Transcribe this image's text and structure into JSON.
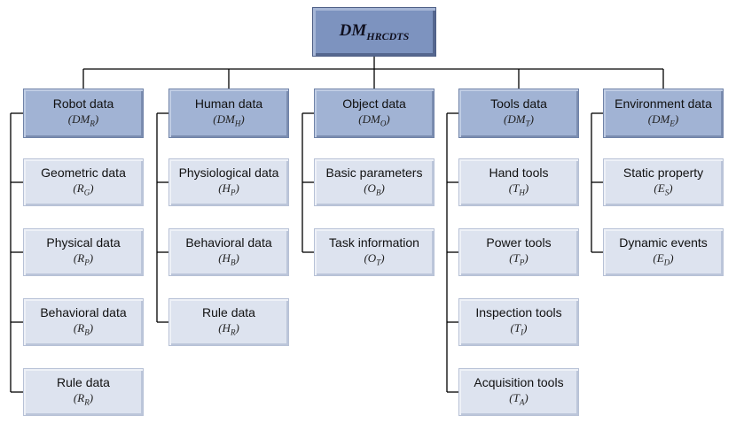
{
  "root": {
    "main": "DM",
    "sub": "HRCDTS"
  },
  "columns": [
    {
      "title": "Robot data",
      "sym": {
        "open": "(",
        "main": "DM",
        "sub": "R",
        "close": ")"
      },
      "items": [
        {
          "label": "Geometric data",
          "sym": {
            "open": "(",
            "main": "R",
            "sub": "G",
            "close": ")"
          }
        },
        {
          "label": "Physical data",
          "sym": {
            "open": "(",
            "main": "R",
            "sub": "P",
            "close": ")"
          }
        },
        {
          "label": "Behavioral data",
          "sym": {
            "open": "(",
            "main": "R",
            "sub": "B",
            "close": ")"
          }
        },
        {
          "label": "Rule data",
          "sym": {
            "open": "(",
            "main": "R",
            "sub": "R",
            "close": ")"
          }
        }
      ]
    },
    {
      "title": "Human data",
      "sym": {
        "open": "(",
        "main": "DM",
        "sub": "H",
        "close": ")"
      },
      "items": [
        {
          "label": "Physiological data",
          "sym": {
            "open": "(",
            "main": "H",
            "sub": "P",
            "close": ")"
          }
        },
        {
          "label": "Behavioral data",
          "sym": {
            "open": "(",
            "main": "H",
            "sub": "B",
            "close": ")"
          }
        },
        {
          "label": "Rule data",
          "sym": {
            "open": "(",
            "main": "H",
            "sub": "R",
            "close": ")"
          }
        }
      ]
    },
    {
      "title": "Object data",
      "sym": {
        "open": "(",
        "main": "DM",
        "sub": "O",
        "close": ")"
      },
      "items": [
        {
          "label": "Basic parameters",
          "sym": {
            "open": "(",
            "main": "O",
            "sub": "B",
            "close": ")"
          }
        },
        {
          "label": "Task information",
          "sym": {
            "open": "(",
            "main": "O",
            "sub": "T",
            "close": ")"
          }
        }
      ]
    },
    {
      "title": "Tools data",
      "sym": {
        "open": "(",
        "main": "DM",
        "sub": "T",
        "close": ")"
      },
      "items": [
        {
          "label": "Hand tools",
          "sym": {
            "open": "(",
            "main": "T",
            "sub": "H",
            "close": ")"
          }
        },
        {
          "label": "Power tools",
          "sym": {
            "open": "(",
            "main": "T",
            "sub": "P",
            "close": ")"
          }
        },
        {
          "label": "Inspection tools",
          "sym": {
            "open": "(",
            "main": "T",
            "sub": "I",
            "close": ")"
          }
        },
        {
          "label": "Acquisition tools",
          "sym": {
            "open": "(",
            "main": "T",
            "sub": "A",
            "close": ")"
          }
        }
      ]
    },
    {
      "title": "Environment data",
      "sym": {
        "open": "(",
        "main": "DM",
        "sub": "E",
        "close": ")"
      },
      "items": [
        {
          "label": "Static property",
          "sym": {
            "open": "(",
            "main": "E",
            "sub": "S",
            "close": ")"
          }
        },
        {
          "label": "Dynamic events",
          "sym": {
            "open": "(",
            "main": "E",
            "sub": "D",
            "close": ")"
          }
        }
      ]
    }
  ]
}
